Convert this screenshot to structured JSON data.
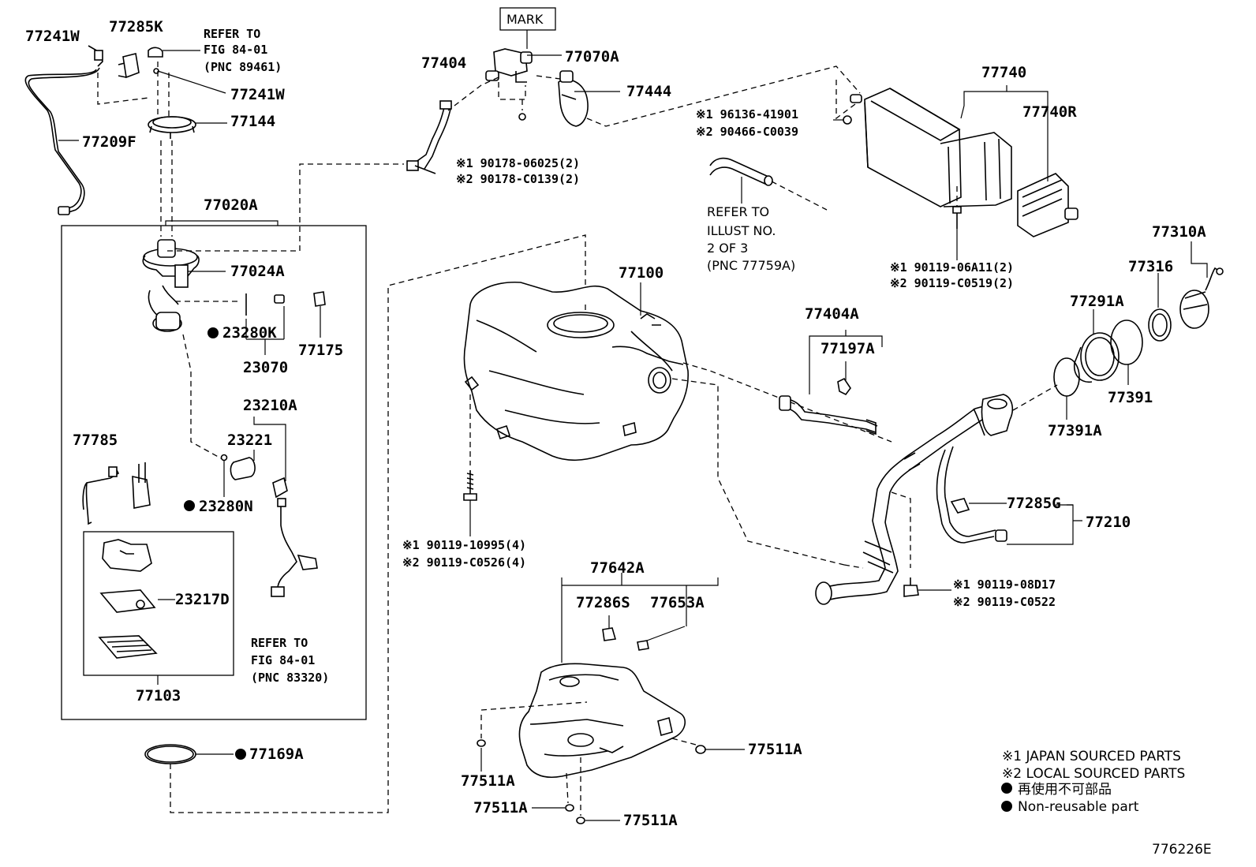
{
  "labels": {
    "p77241W_a": "77241W",
    "p77285K": "77285K",
    "refer_fig_a": "REFER TO",
    "refer_fig_b": "FIG 84-01",
    "refer_fig_c": "(PNC 89461)",
    "p77241W_b": "77241W",
    "p77144": "77144",
    "p77209F": "77209F",
    "mark": "MARK",
    "p77404": "77404",
    "p77070A": "77070A",
    "p77444": "77444",
    "n90178_1": "※1 90178-06025(2)",
    "n90178_2": "※2 90178-C0139(2)",
    "p77740": "77740",
    "p77740R": "77740R",
    "n96136": "※1 96136-41901",
    "n90466": "※2 90466-C0039",
    "refer_illust_a": "REFER TO",
    "refer_illust_b": "ILLUST NO.",
    "refer_illust_c": "2 OF 3",
    "refer_illust_d": "(PNC 77759A)",
    "n90119_06A11": "※1 90119-06A11(2)",
    "n90119_C0519": "※2 90119-C0519(2)",
    "p77310A": "77310A",
    "p77316": "77316",
    "p77020A": "77020A",
    "p77024A": "77024A",
    "p23280K": "23280K",
    "p23070": "23070",
    "p77175": "77175",
    "p77100": "77100",
    "p77404A": "77404A",
    "p77197A": "77197A",
    "p77291A": "77291A",
    "p77391": "77391",
    "p77391A": "77391A",
    "p23210A": "23210A",
    "p23221": "23221",
    "p77785": "77785",
    "p23280N": "23280N",
    "p23217D": "23217D",
    "refer_fig2_a": "REFER TO",
    "refer_fig2_b": "FIG 84-01",
    "refer_fig2_c": "(PNC 83320)",
    "p77103": "77103",
    "n90119_10995": "※1 90119-10995(4)",
    "n90119_C0526": "※2 90119-C0526(4)",
    "p77642A": "77642A",
    "p77286S": "77286S",
    "p77653A": "77653A",
    "p77285G": "77285G",
    "p77210": "77210",
    "n90119_08D17": "※1 90119-08D17",
    "n90119_C0522": "※2 90119-C0522",
    "p77169A": "77169A",
    "p77511A_a": "77511A",
    "p77511A_b": "77511A",
    "p77511A_c": "77511A",
    "p77511A_d": "77511A",
    "legend_1": "※1 JAPAN SOURCED PARTS",
    "legend_2": "※2 LOCAL SOURCED PARTS",
    "legend_3": "再使用不可部品",
    "legend_4": "Non-reusable part",
    "diagram_id": "776226E"
  }
}
